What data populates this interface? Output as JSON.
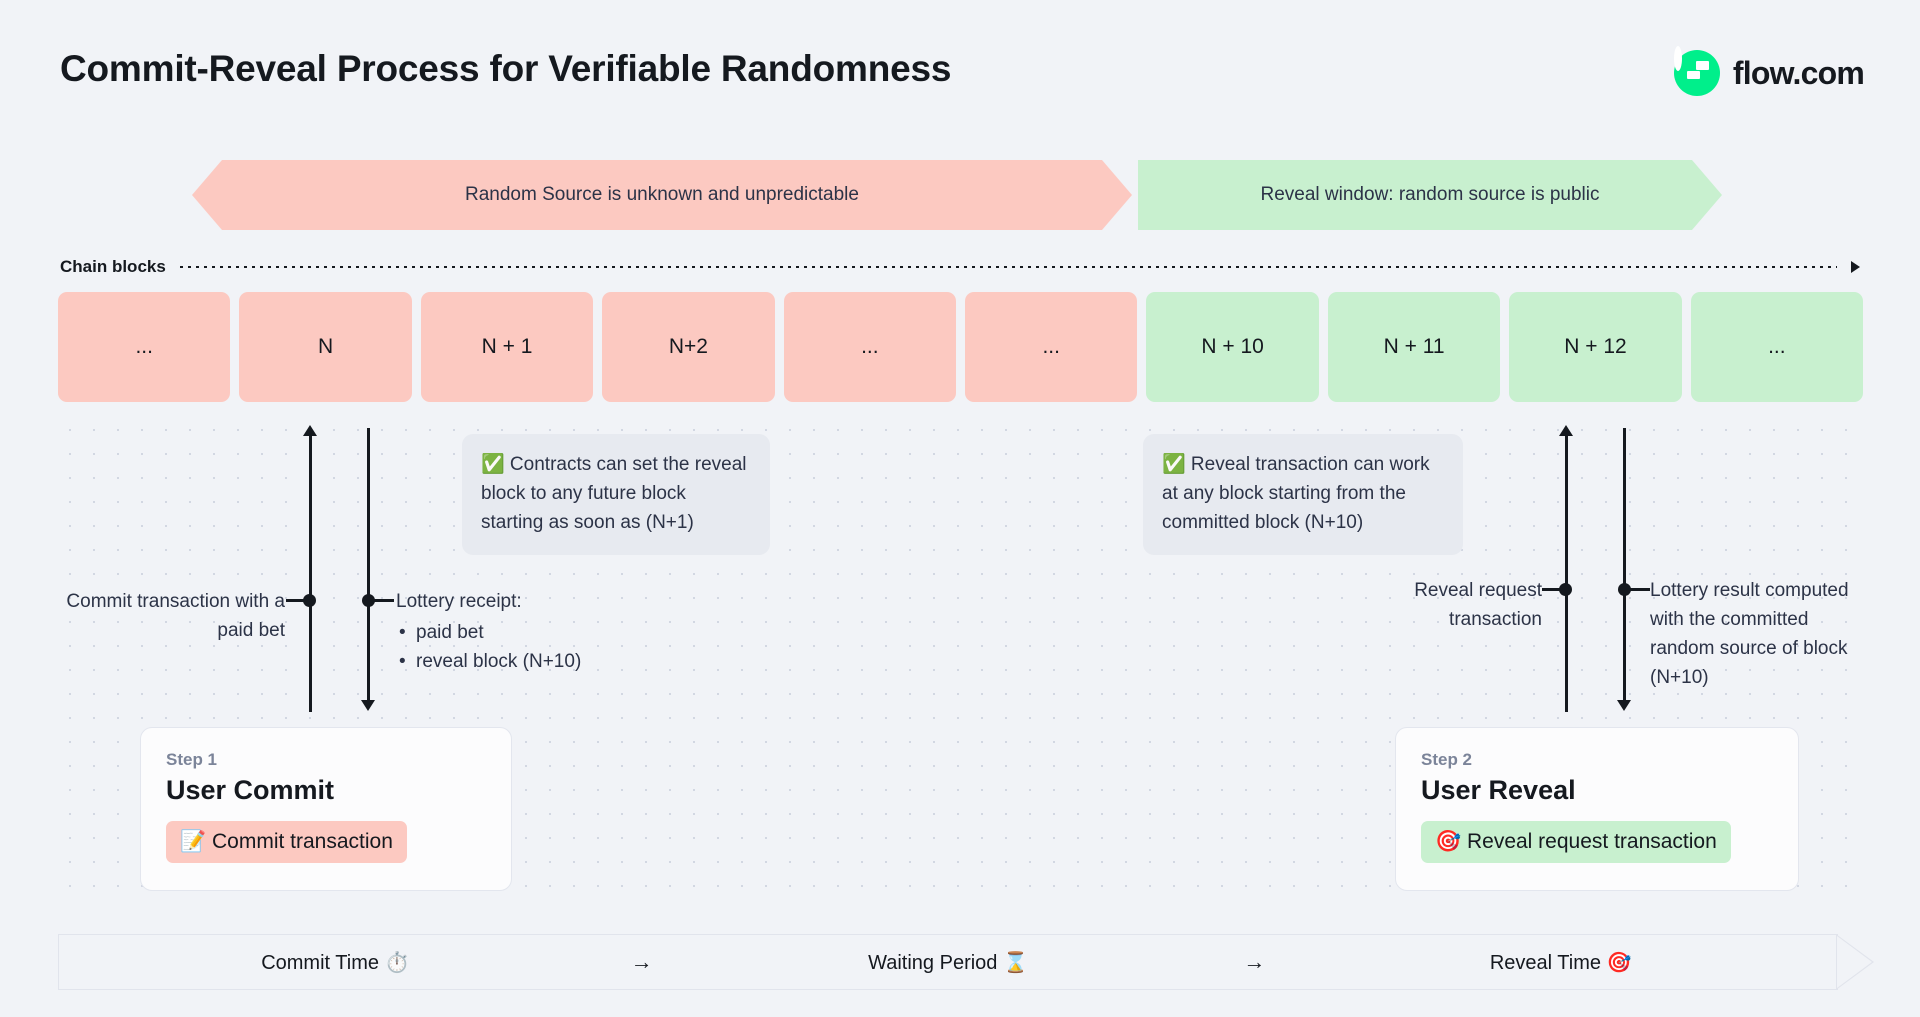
{
  "header": {
    "title": "Commit-Reveal Process for Verifiable Randomness",
    "brand_name": "flow.com",
    "brand_color": "#00ef8b"
  },
  "phases": [
    {
      "label": "Random Source is unknown and unpredictable",
      "color": "#fcc9c1"
    },
    {
      "label": "Reveal window: random source is public",
      "color": "#c8f0cf"
    }
  ],
  "chain": {
    "axis_label": "Chain blocks",
    "blocks": [
      {
        "label": "...",
        "state": "pink"
      },
      {
        "label": "N",
        "state": "pink"
      },
      {
        "label": "N + 1",
        "state": "pink"
      },
      {
        "label": "N+2",
        "state": "pink"
      },
      {
        "label": "...",
        "state": "pink"
      },
      {
        "label": "...",
        "state": "pink"
      },
      {
        "label": "N + 10",
        "state": "green"
      },
      {
        "label": "N + 11",
        "state": "green"
      },
      {
        "label": "N + 12",
        "state": "green"
      },
      {
        "label": "...",
        "state": "green"
      }
    ]
  },
  "notes": {
    "commit": "✅ Contracts can set the reveal block to any future block starting as soon as (N+1)",
    "reveal": "✅ Reveal transaction can work at any block starting from the committed block (N+10)"
  },
  "annotations": {
    "commit_tx": "Commit transaction with a paid bet",
    "lottery_receipt_title": "Lottery receipt:",
    "lottery_receipt_items": [
      "paid bet",
      "reveal block (N+10)"
    ],
    "reveal_request": "Reveal request transaction",
    "lottery_result": "Lottery result computed with the committed random source of block (N+10)"
  },
  "steps": [
    {
      "eyebrow": "Step 1",
      "title": "User Commit",
      "badge": "📝 Commit transaction",
      "badge_color": "#fcc9c1"
    },
    {
      "eyebrow": "Step 2",
      "title": "User Reveal",
      "badge": "🎯 Reveal request transaction",
      "badge_color": "#c8f0cf"
    }
  ],
  "timeline": {
    "segments": [
      "Commit Time ⏱️",
      "Waiting Period ⌛",
      "Reveal Time 🎯"
    ],
    "separator": "→"
  }
}
